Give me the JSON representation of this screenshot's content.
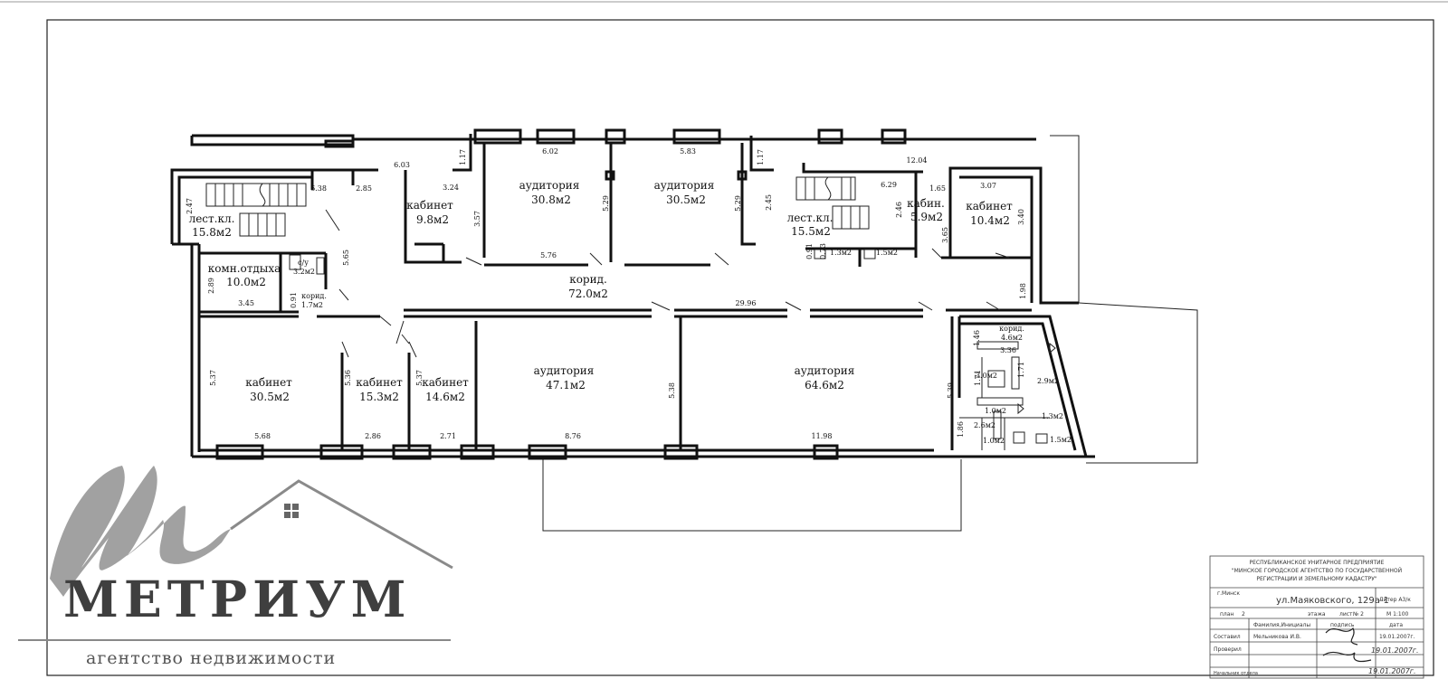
{
  "rooms": {
    "r1": {
      "name": "лест.кл.",
      "area": "15.8м2"
    },
    "r2": {
      "name": "комн.отдыха",
      "area": "10.0м2"
    },
    "r3": {
      "name": "с/у",
      "area": "3.2м2"
    },
    "r4": {
      "name": "корид.",
      "area": "1.7м2"
    },
    "r5": {
      "name": "кабинет",
      "area": "9.8м2"
    },
    "r6": {
      "name": "аудитория",
      "area": "30.8м2"
    },
    "r7": {
      "name": "аудитория",
      "area": "30.5м2"
    },
    "r8": {
      "name": "лест.кл.",
      "area": "15.5м2"
    },
    "r9": {
      "name": "кабин.",
      "area": "5.9м2"
    },
    "r10": {
      "name": "кабинет",
      "area": "10.4м2"
    },
    "r11": {
      "name": "корид.",
      "area": "72.0м2"
    },
    "r12": {
      "name": "кабинет",
      "area": "30.5м2"
    },
    "r13": {
      "name": "кабинет",
      "area": "15.3м2"
    },
    "r14": {
      "name": "кабинет",
      "area": "14.6м2"
    },
    "r15": {
      "name": "аудитория",
      "area": "47.1м2"
    },
    "r16": {
      "name": "аудитория",
      "area": "64.6м2"
    },
    "r17": {
      "name": "корид.",
      "area": "4.6м2"
    }
  },
  "small_areas": [
    "1.3м2",
    "1.5м2",
    "3.0м2",
    "2.9м2",
    "1.0м2",
    "2.6м2",
    "1.3м2",
    "1.0м2",
    "1.5м2"
  ],
  "dims": [
    "6.38",
    "2.47",
    "2.85",
    "6.03",
    "1.17",
    "3.24",
    "3.57",
    "6.02",
    "5.29",
    "5.76",
    "5.83",
    "5.29",
    "1.17",
    "12.04",
    "2.45",
    "6.29",
    "2.46",
    "1.65",
    "3.07",
    "3.65",
    "3.40",
    "0.91",
    "0.73",
    "1.98",
    "5.65",
    "2.89",
    "3.45",
    "0.91",
    "29.96",
    "1.46",
    "3.36",
    "1.71",
    "1.71",
    "5.37",
    "5.36",
    "5.37",
    "5.38",
    "5.39",
    "1.86",
    "5.68",
    "2.86",
    "2.71",
    "8.76",
    "11.98"
  ],
  "stamp": {
    "org_line1": "РЕСПУБЛИКАНСКОЕ УНИТАРНОЕ ПРЕДПРИЯТИЕ",
    "org_line2": "\"МИНСКОЕ ГОРОДСКОЕ АГЕНТСТВО ПО ГОСУДАРСТВЕННОЙ",
    "org_line3": "РЕГИСТРАЦИИ И ЗЕМЕЛЬНОМУ КАДАСТРУ\"",
    "city": "г.Минск",
    "address": "ул.Маяковского, 129а-1",
    "liter": "Литер А3/к",
    "plan_label": "план",
    "plan_value": "2",
    "floor_label": "этажа",
    "sheet_label": "лист",
    "sheet_value": "№ 2",
    "scale": "М 1:100",
    "col_name": "Фамилия,Инициалы",
    "col_sign": "подпись",
    "col_date": "дата",
    "row1_label": "Составил",
    "row1_name": "Мельникова И.В.",
    "row1_date": "19.01.2007г.",
    "row2_label": "Проверил",
    "row3_label": "Начальник отдела",
    "sig_date1": "19.01.2007г.",
    "sig_date2": "19.01.2007г."
  },
  "logo": {
    "name": "МЕТРИУМ",
    "tagline": "агентство недвижимости"
  }
}
